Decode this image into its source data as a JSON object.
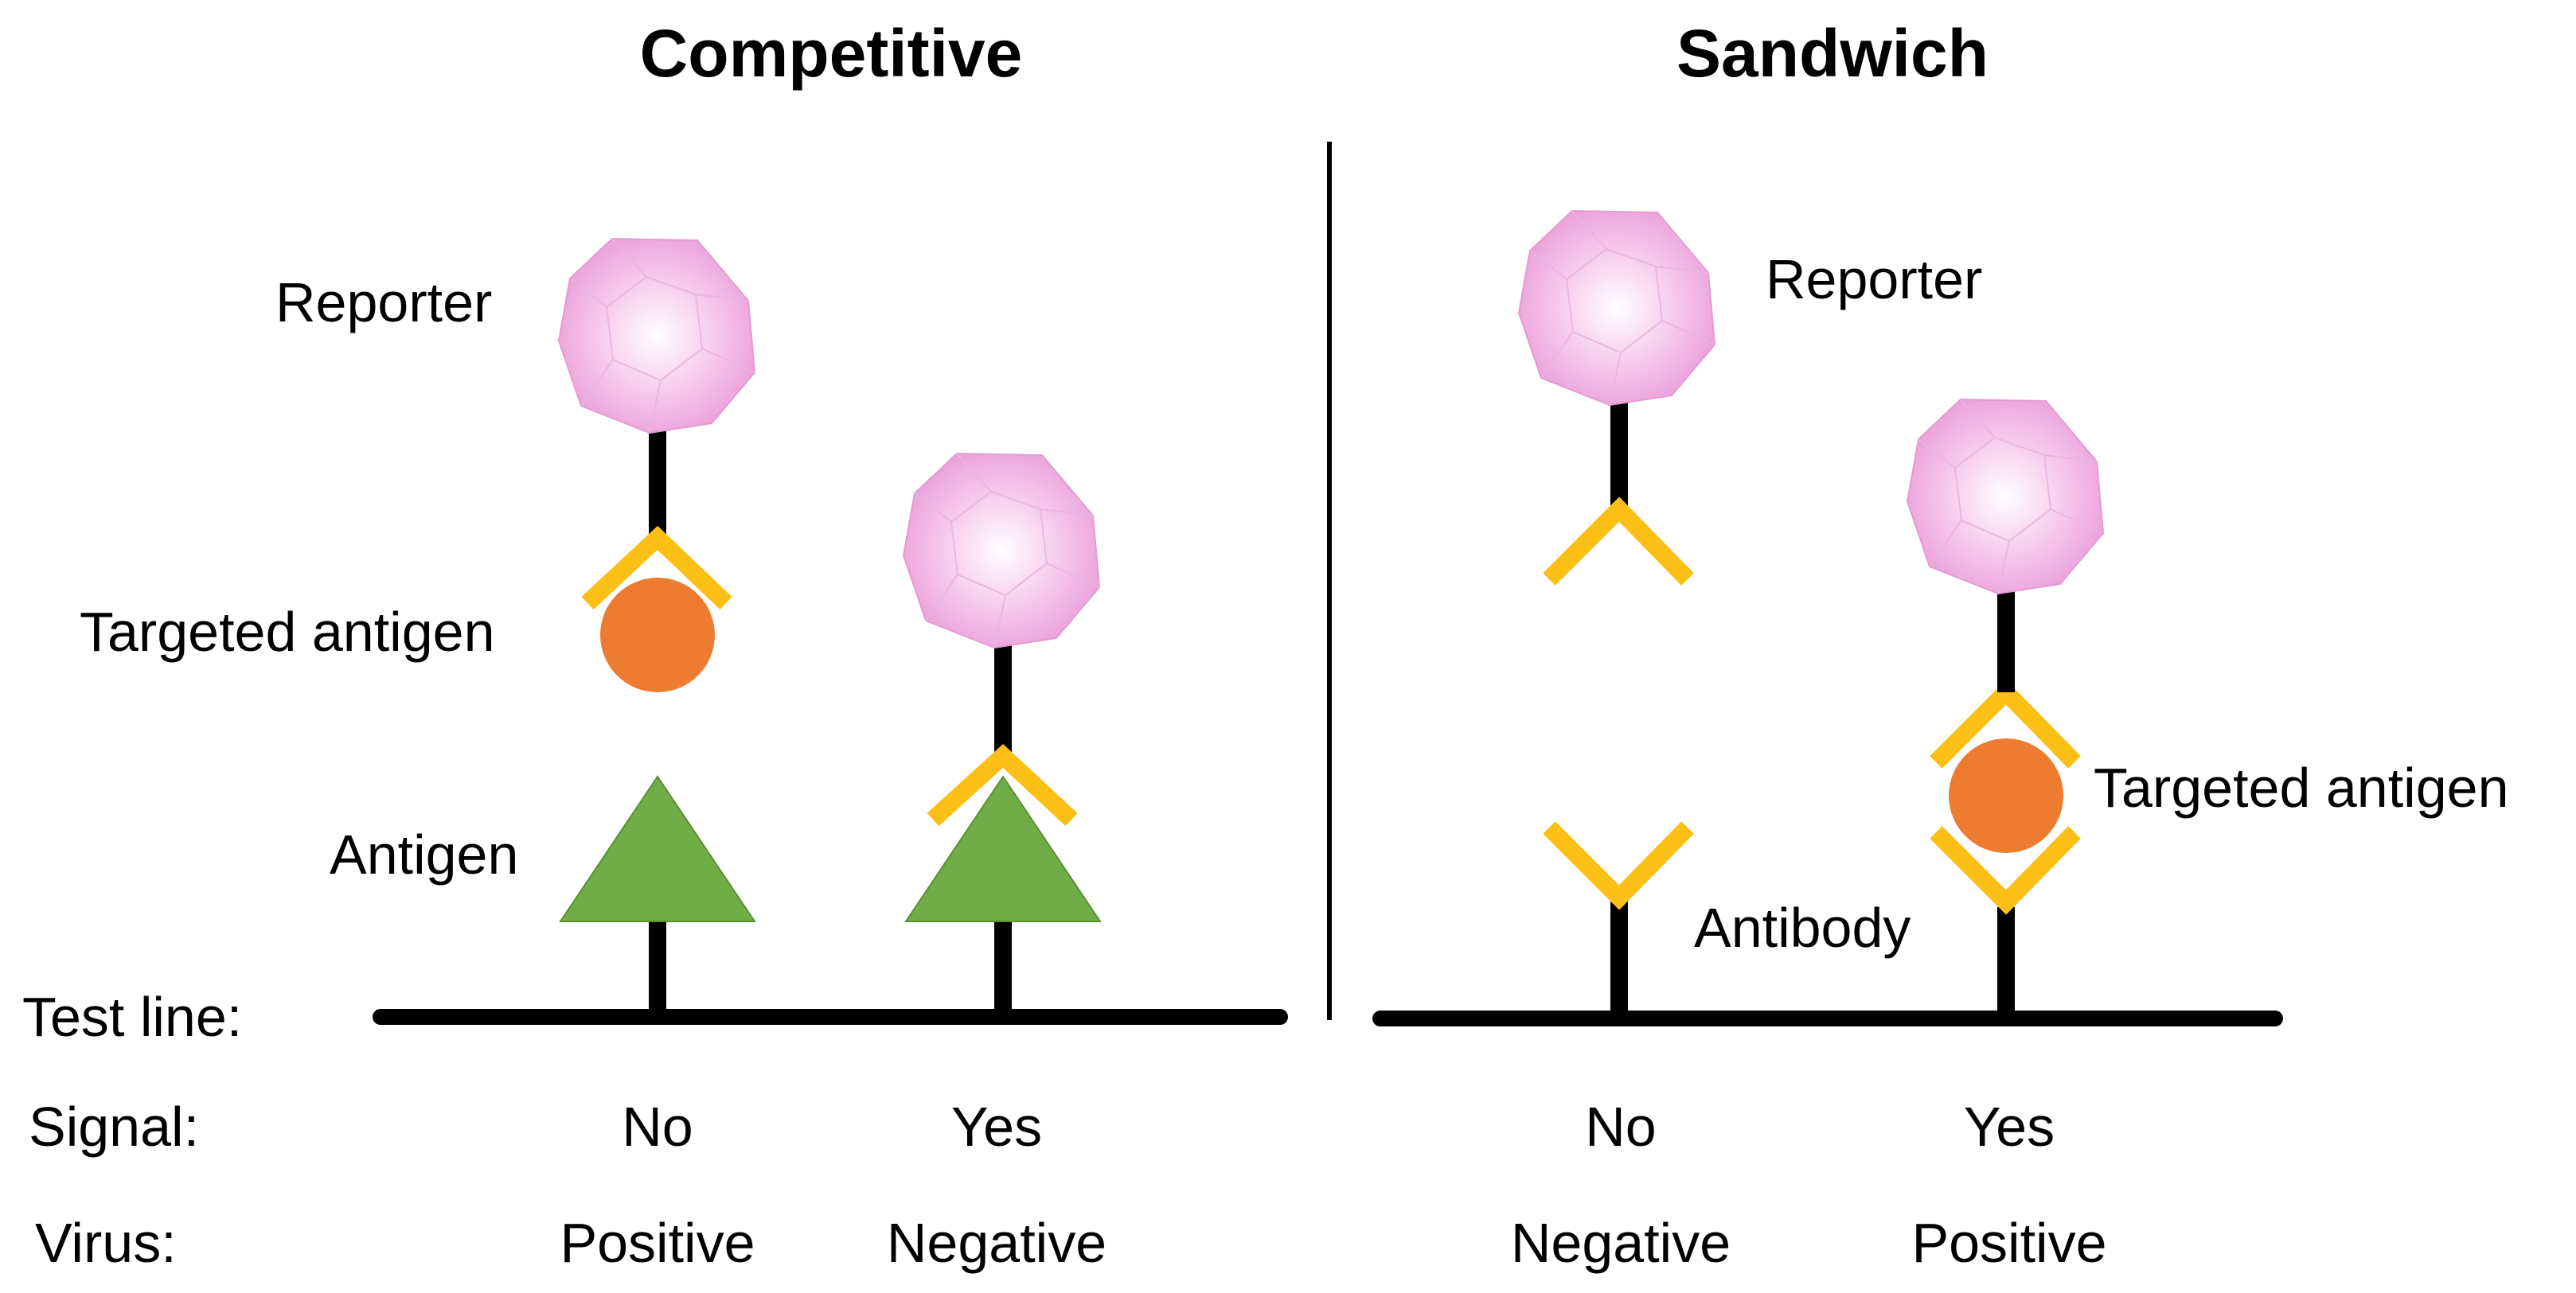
{
  "titles": {
    "competitive": "Competitive",
    "sandwich": "Sandwich"
  },
  "labels": {
    "reporter_left": "Reporter",
    "targeted_antigen_left": "Targeted antigen",
    "antigen": "Antigen",
    "reporter_right": "Reporter",
    "targeted_antigen_right": "Targeted antigen",
    "antibody": "Antibody"
  },
  "rows": {
    "test_line": "Test line:",
    "signal": "Signal:",
    "virus": "Virus:"
  },
  "competitive": {
    "col1": {
      "signal": "No",
      "virus": "Positive"
    },
    "col2": {
      "signal": "Yes",
      "virus": "Negative"
    }
  },
  "sandwich": {
    "col1": {
      "signal": "No",
      "virus": "Negative"
    },
    "col2": {
      "signal": "Yes",
      "virus": "Positive"
    }
  },
  "colors": {
    "reporter": "#f0a8e0",
    "antibody": "#fcbf16",
    "targeted_antigen": "#ee7c30",
    "antigen": "#70ad47",
    "line": "#000000"
  }
}
